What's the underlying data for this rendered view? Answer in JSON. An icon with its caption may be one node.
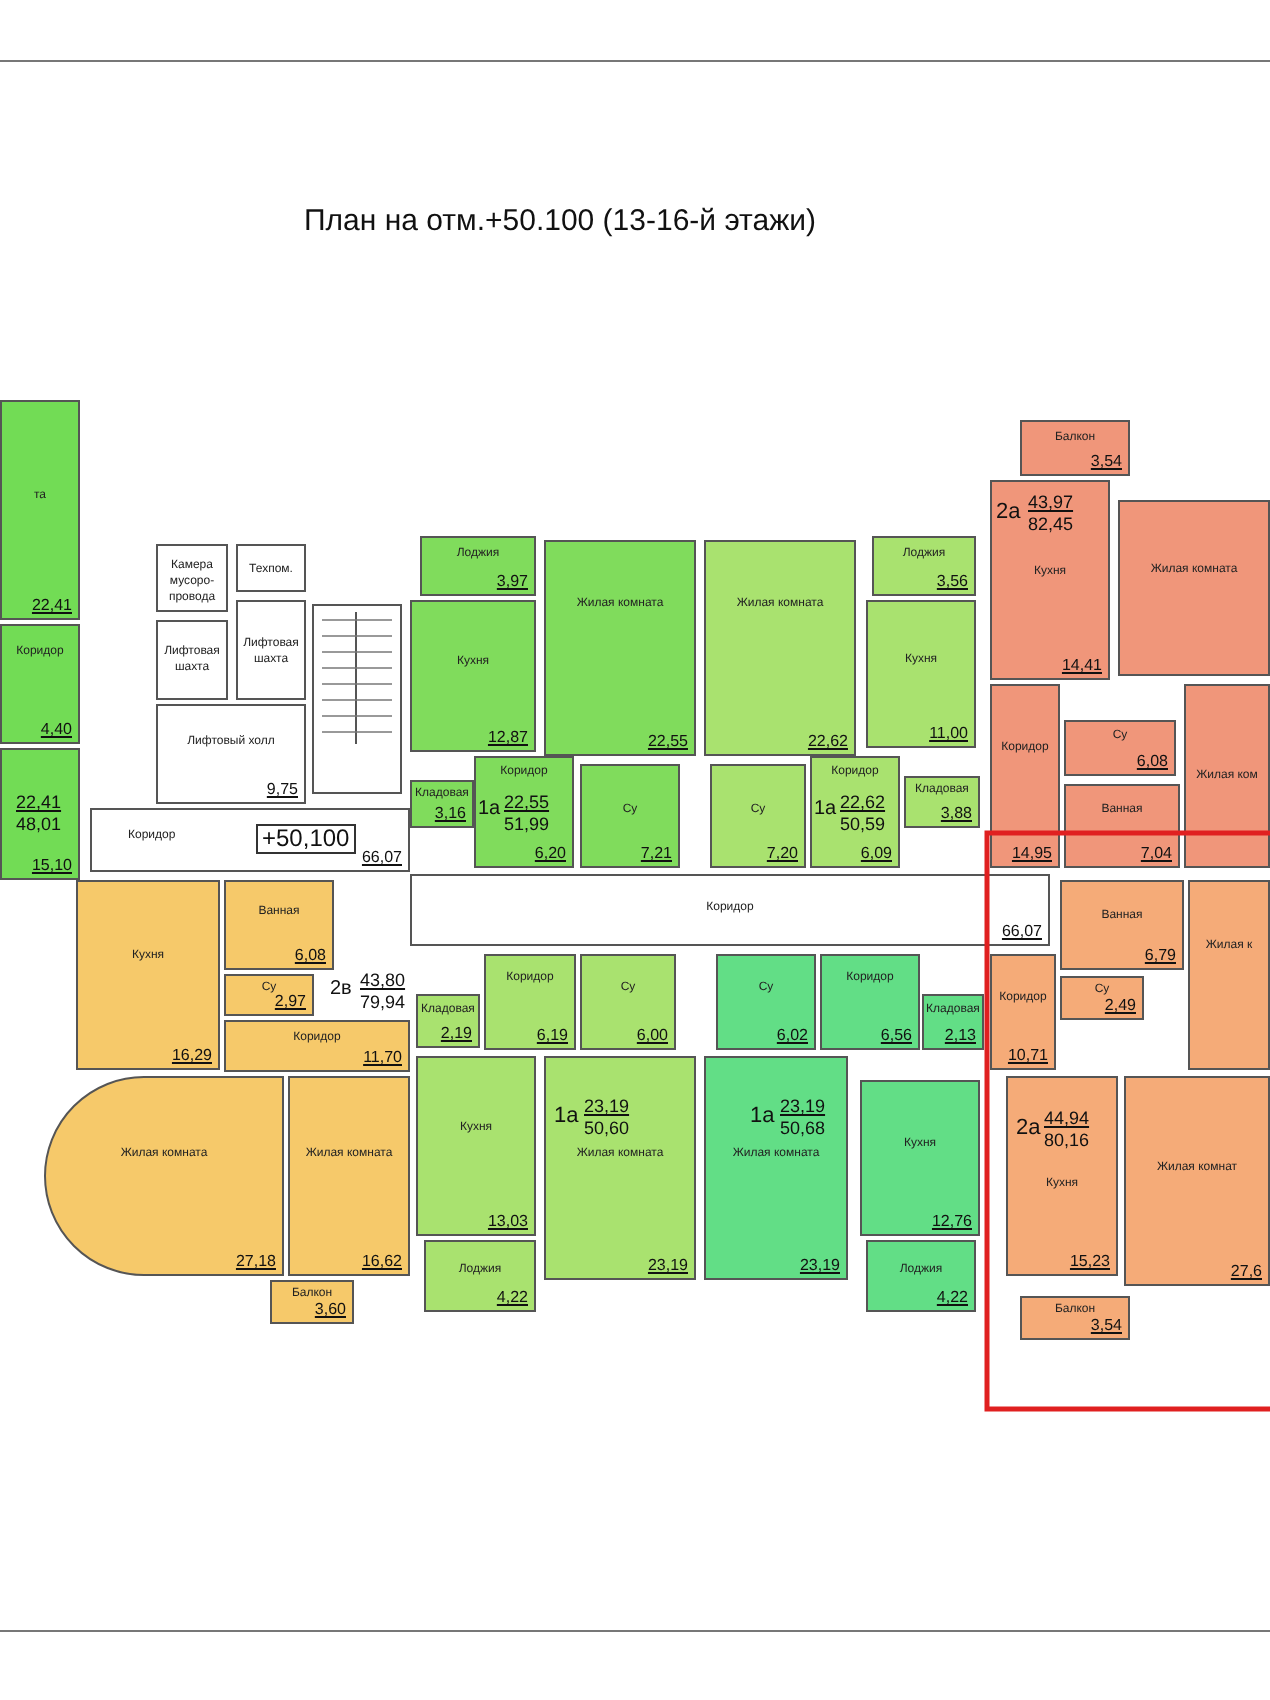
{
  "diagram": {
    "title": "План на отм.+50.100 (13-16-й этажи)",
    "nodes": [
      {
        "text": [
          "та",
          "22,41"
        ]
      },
      {
        "text": [
          "Коридор",
          "4,40"
        ]
      },
      {
        "text": [
          "15,10"
        ]
      },
      {
        "text": [
          "Камера мусоро-провода"
        ]
      },
      {
        "text": [
          "Техпом."
        ]
      },
      {
        "text": [
          "Лифтовая шахта"
        ]
      },
      {
        "text": [
          "Лифтовая шахта"
        ]
      },
      {
        "text": [
          "Лифтовый холл",
          "9,75"
        ]
      },
      {
        "text": [
          "Коридор",
          "66,07"
        ]
      },
      {
        "text": [
          "Лоджия",
          "3,97"
        ]
      },
      {
        "text": [
          "Кухня",
          "12,87"
        ]
      },
      {
        "text": [
          "Жилая комната",
          "22,55"
        ]
      },
      {
        "text": [
          "Кладовая",
          "3,16"
        ]
      },
      {
        "text": [
          "Коридор",
          "6,20"
        ]
      },
      {
        "text": [
          "Су",
          "7,21"
        ]
      },
      {
        "text": [
          "Жилая комната",
          "22,62"
        ]
      },
      {
        "text": [
          "Су",
          "7,20"
        ]
      },
      {
        "text": [
          "Лоджия",
          "3,56"
        ]
      },
      {
        "text": [
          "Кухня",
          "11,00"
        ]
      },
      {
        "text": [
          "Коридор",
          "6,09"
        ]
      },
      {
        "text": [
          "Кладовая",
          "3,88"
        ]
      },
      {
        "text": [
          "Балкон",
          "3,54"
        ]
      },
      {
        "text": [
          "Кухня",
          "14,41"
        ]
      },
      {
        "text": [
          "Жилая комната"
        ]
      },
      {
        "text": [
          "Коридор",
          "14,95"
        ]
      },
      {
        "text": [
          "Су",
          "6,08"
        ]
      },
      {
        "text": [
          "Ванная",
          "7,04"
        ]
      },
      {
        "text": [
          "Жилая ком"
        ]
      },
      {
        "text": [
          "Коридор",
          "66,07"
        ]
      },
      {
        "text": [
          "Кухня",
          "16,29"
        ]
      },
      {
        "text": [
          "Ванная",
          "6,08"
        ]
      },
      {
        "text": [
          "Су",
          "2,97"
        ]
      },
      {
        "text": [
          "Коридор",
          "11,70"
        ]
      },
      {
        "text": [
          "Жилая комната",
          "27,18"
        ]
      },
      {
        "text": [
          "Жилая комната",
          "16,62"
        ]
      },
      {
        "text": [
          "Балкон",
          "3,60"
        ]
      },
      {
        "text": [
          "Кладовая",
          "2,19"
        ]
      },
      {
        "text": [
          "Коридор",
          "6,19"
        ]
      },
      {
        "text": [
          "Су",
          "6,00"
        ]
      },
      {
        "text": [
          "Кухня",
          "13,03"
        ]
      },
      {
        "text": [
          "Жилая комната",
          "23,19"
        ]
      },
      {
        "text": [
          "Лоджия",
          "4,22"
        ]
      },
      {
        "text": [
          "Су",
          "6,02"
        ]
      },
      {
        "text": [
          "Жилая комната",
          "23,19"
        ]
      },
      {
        "text": [
          "Коридор",
          "6,56"
        ]
      },
      {
        "text": [
          "Кладовая",
          "2,13"
        ]
      },
      {
        "text": [
          "Кухня",
          "12,76"
        ]
      },
      {
        "text": [
          "Лоджия",
          "4,22"
        ]
      },
      {
        "text": [
          "Ванная",
          "6,79"
        ]
      },
      {
        "text": [
          "Су",
          "2,49"
        ]
      },
      {
        "text": [
          "Коридор",
          "10,71"
        ]
      },
      {
        "text": [
          "Жилая к"
        ]
      },
      {
        "text": [
          "Кухня",
          "15,23"
        ]
      },
      {
        "text": [
          "Жилая комнат",
          "27,6"
        ]
      },
      {
        "text": [
          "Балкон",
          "3,54"
        ]
      }
    ],
    "labels": [
      "2а",
      "43,97",
      "82,45",
      "22,41",
      "48,01",
      "1а",
      "22,55",
      "51,99",
      "1а",
      "22,62",
      "50,59",
      "+50,100",
      "2в",
      "43,80",
      "79,94",
      "1а",
      "23,19",
      "50,60",
      "1а",
      "23,19",
      "50,68",
      "2а",
      "44,94",
      "80,16"
    ]
  }
}
